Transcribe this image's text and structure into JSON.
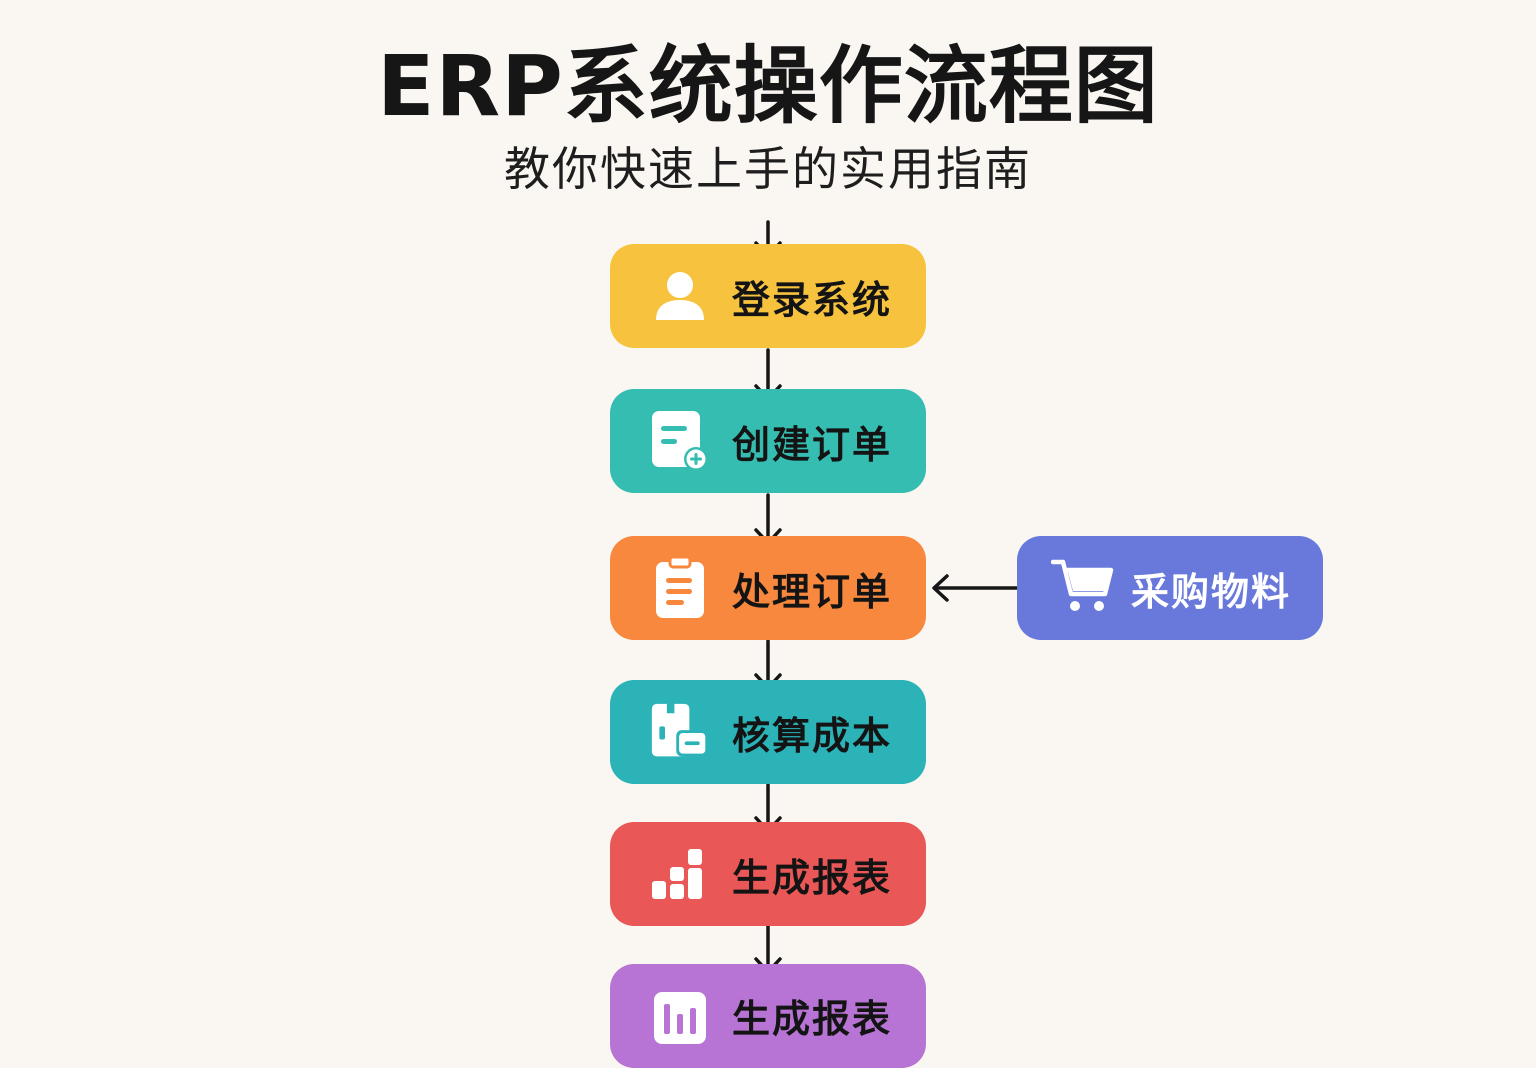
{
  "title": "ERP系统操作流程图",
  "subtitle": "教你快速上手的实用指南",
  "steps": [
    {
      "label": "登录系统",
      "color": "#F7C33F",
      "icon": "user-icon"
    },
    {
      "label": "创建订单",
      "color": "#36BDB1",
      "icon": "new-document-icon"
    },
    {
      "label": "处理订单",
      "color": "#F7883D",
      "icon": "clipboard-icon"
    },
    {
      "label": "核算成本",
      "color": "#2BB3B8",
      "icon": "cost-calc-icon"
    },
    {
      "label": "生成报表",
      "color": "#EA5757",
      "icon": "bar-chart-icon"
    },
    {
      "label": "生成报表",
      "color": "#B774D4",
      "icon": "report-chart-icon"
    }
  ],
  "side_step": {
    "label": "采购物料",
    "color": "#6878DB",
    "icon": "shopping-cart-icon"
  },
  "arrow_color": "#161616"
}
